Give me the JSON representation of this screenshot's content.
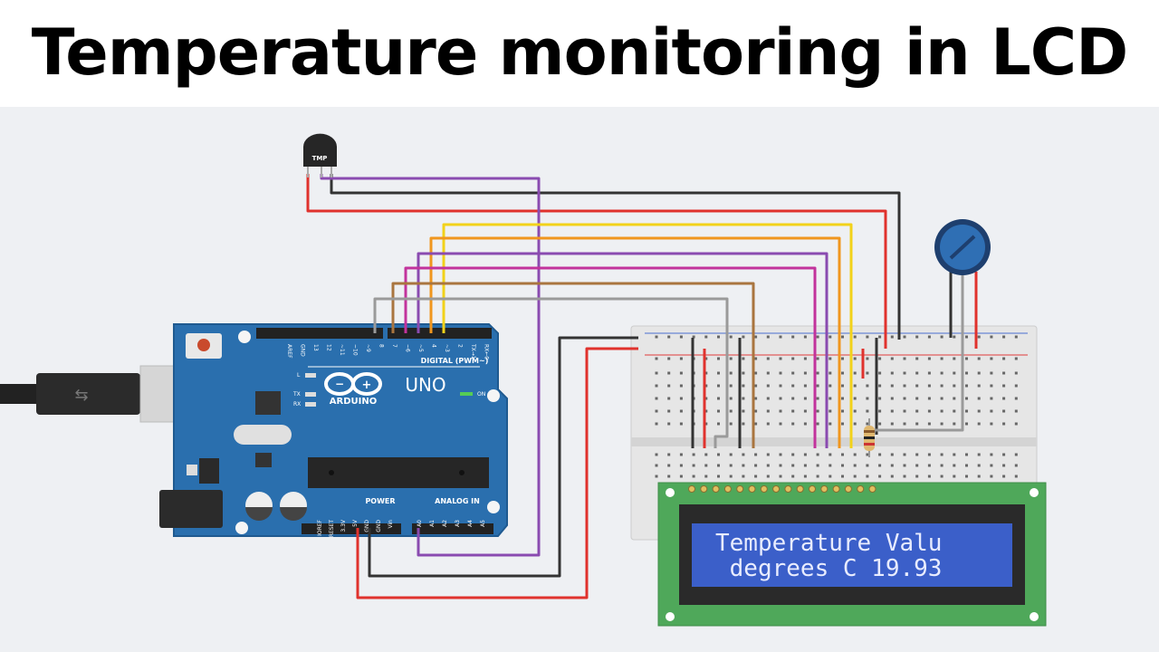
{
  "title": "Temperature monitoring in LCD",
  "sensor": {
    "label": "TMP"
  },
  "arduino": {
    "brand": "ARDUINO",
    "model": "UNO",
    "digital_header": "DIGITAL (PWM~)",
    "power_header": "POWER",
    "analog_header": "ANALOG IN",
    "on_label": "ON",
    "led_labels": [
      "L",
      "TX",
      "RX"
    ],
    "digital_pins": [
      "AREF",
      "GND",
      "13",
      "12",
      "~11",
      "~10",
      "~9",
      "8",
      "7",
      "~6",
      "~5",
      "4",
      "~3",
      "2",
      "TX→1",
      "RX←0"
    ],
    "power_pins": [
      "IOREF",
      "RESET",
      "3.3V",
      "5V",
      "GND",
      "GND",
      "Vin"
    ],
    "analog_pins": [
      "A0",
      "A1",
      "A2",
      "A3",
      "A4",
      "A5"
    ]
  },
  "lcd": {
    "line1": "Temperature Valu",
    "line2": " degrees C 19.93"
  },
  "colors": {
    "board": "#2a6fae",
    "lcd_pcb": "#4fa85a",
    "lcd_screen": "#3b5fc9",
    "wire_red": "#e0322d",
    "wire_black": "#333333",
    "wire_purple": "#8a4bb0",
    "wire_yellow": "#f2d21a",
    "wire_orange": "#f0961e",
    "wire_magenta": "#c2339c",
    "wire_brown": "#a9753f",
    "wire_gray": "#9a9a9a"
  }
}
